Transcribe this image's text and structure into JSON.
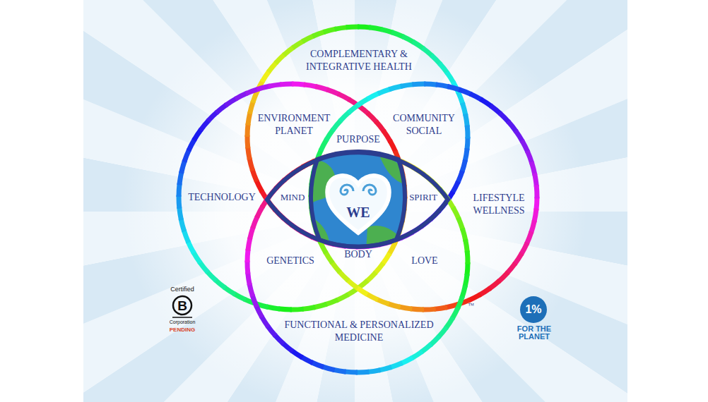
{
  "diagram": {
    "nodes": [
      {
        "text": [
          "COMPLEMENTARY & INTEGRATIVE HEALTH"
        ]
      },
      {
        "text": [
          "TECHNOLOGY"
        ]
      },
      {
        "text": [
          "LIFESTYLE WELLNESS"
        ]
      },
      {
        "text": [
          "FUNCTIONAL & PERSONALIZED MEDICINE"
        ]
      },
      {
        "text": [
          "WE"
        ]
      }
    ],
    "labels": [
      "ENVIRONMENT PLANET",
      "COMMUNITY SOCIAL",
      "PURPOSE",
      "MIND",
      "SPIRIT",
      "GENETICS",
      "BODY",
      "LOVE",
      "™",
      "Certified",
      "B",
      "Corporation",
      "PENDING",
      "1%",
      "FOR THE PLANET"
    ]
  }
}
